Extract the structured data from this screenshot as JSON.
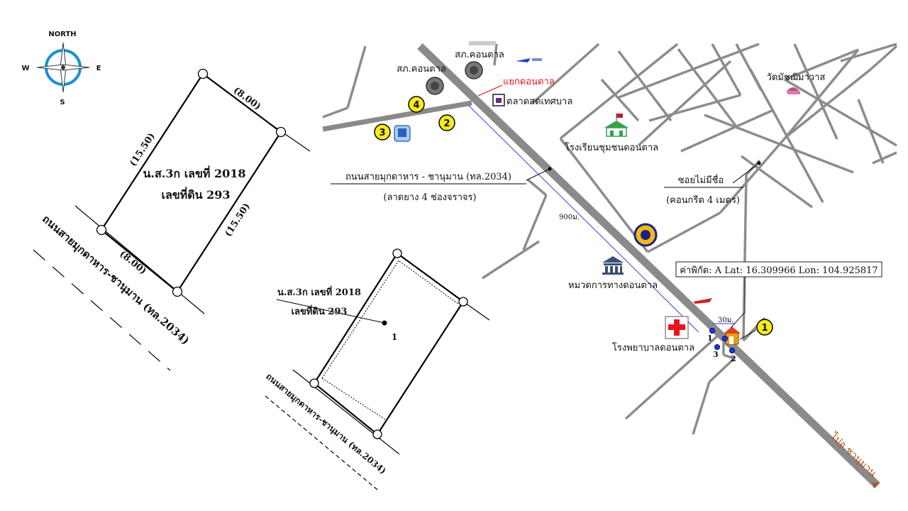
{
  "compass": {
    "north": "NORTH",
    "south": "S",
    "east": "E",
    "west": "W"
  },
  "plot_large": {
    "deed_line": "น.ส.3ก เลขที่ 2018",
    "land_line": "เลขที่ดิน 293",
    "dim_top": "(8.00)",
    "dim_bottom": "(8.00)",
    "dim_left": "(15.50)",
    "dim_right": "(15.50)",
    "road_label": "ถนนสายมุกดาหาร-ชานุมาน (ทล.2034)"
  },
  "plot_small": {
    "deed_line": "น.ส.3ก เลขที่ 2018",
    "land_line": "เลขที่ดิน 293",
    "point_label": "1",
    "road_label": "ถนนสายมุกดาหาร-ชานุมาน (ทล.2034)"
  },
  "map": {
    "police_1": "สภ.คอนตาล",
    "police_2": "สภ.คอนตาล",
    "junction": "แยกดอนตาล",
    "market": "ตลาดสดเทศบาล",
    "school": "โรงเรียนชุมชนดอนตาล",
    "temple": "วัดมัชฌิมาวาส",
    "highway_name": "ถนนสายมุกดาหาร - ชานุมาน (ทล.2034)",
    "highway_surface": "(ลาดยาง 4 ช่องจราจร)",
    "soi_name": "ซอยไม่มีชื่อ",
    "soi_surface": "(คอนกรีต 4 เมตร)",
    "distance_900": "900ม.",
    "distance_30": "30ม.",
    "district_office": "หมวดการทางดอนตาล",
    "hospital": "โรงพยาบาลดอนตาล",
    "coords": "ค่าพิกัด: A  Lat: 16.309966 Lon: 104.925817",
    "to_direction": "ไปอ.ชานุมาน",
    "marker_1": "1",
    "marker_2": "2",
    "marker_3": "3",
    "marker_4": "4",
    "corner_1": "1",
    "corner_2": "2",
    "corner_3": "3"
  },
  "colors": {
    "road": "#8c8c8c",
    "highway": "#8a8a8a",
    "marker": "#f5eb1e",
    "junction_text": "#e8141e",
    "arrow": "#b5521e",
    "guide_line": "#3a3af0"
  }
}
